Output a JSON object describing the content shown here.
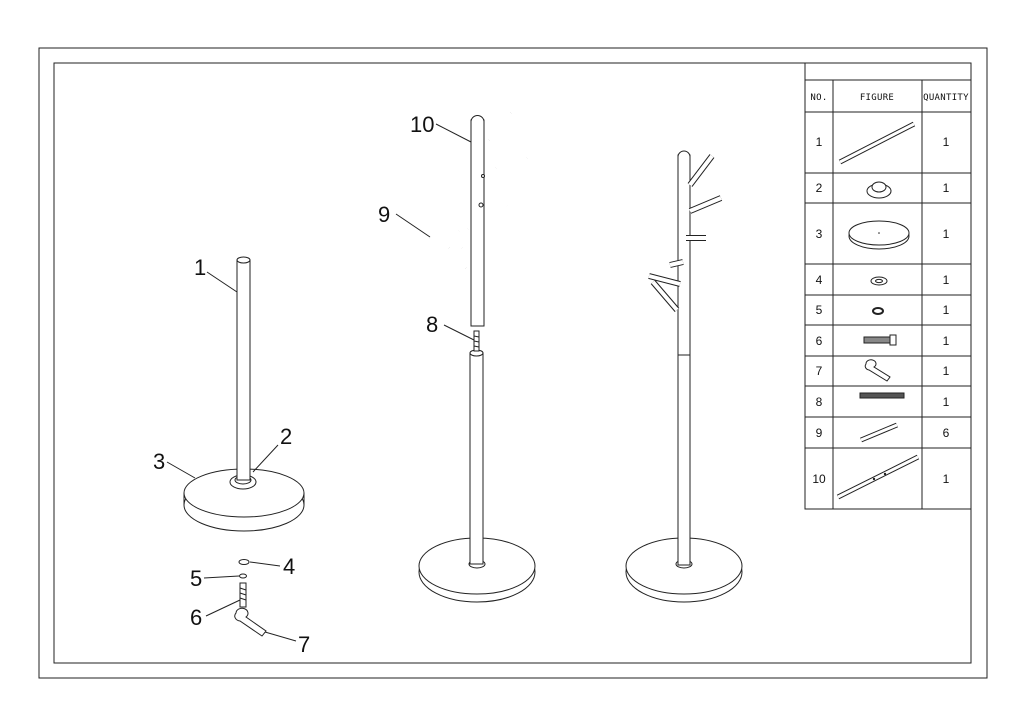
{
  "parts_table": {
    "headers": {
      "no": "NO.",
      "figure": "FIGURE",
      "quantity": "QUANTITY"
    },
    "rows": [
      {
        "no": "1",
        "qty": "1",
        "icon": "long-pole-icon"
      },
      {
        "no": "2",
        "qty": "1",
        "icon": "cap-icon"
      },
      {
        "no": "3",
        "qty": "1",
        "icon": "round-base-icon"
      },
      {
        "no": "4",
        "qty": "1",
        "icon": "washer-icon"
      },
      {
        "no": "5",
        "qty": "1",
        "icon": "spring-washer-icon"
      },
      {
        "no": "6",
        "qty": "1",
        "icon": "bolt-icon"
      },
      {
        "no": "7",
        "qty": "1",
        "icon": "wrench-icon"
      },
      {
        "no": "8",
        "qty": "1",
        "icon": "threaded-rod-icon"
      },
      {
        "no": "9",
        "qty": "6",
        "icon": "hook-peg-icon"
      },
      {
        "no": "10",
        "qty": "1",
        "icon": "upper-pole-icon"
      }
    ]
  },
  "callouts": {
    "c1": "1",
    "c2": "2",
    "c3": "3",
    "c4": "4",
    "c5": "5",
    "c6": "6",
    "c7": "7",
    "c8": "8",
    "c9": "9",
    "c10": "10"
  }
}
